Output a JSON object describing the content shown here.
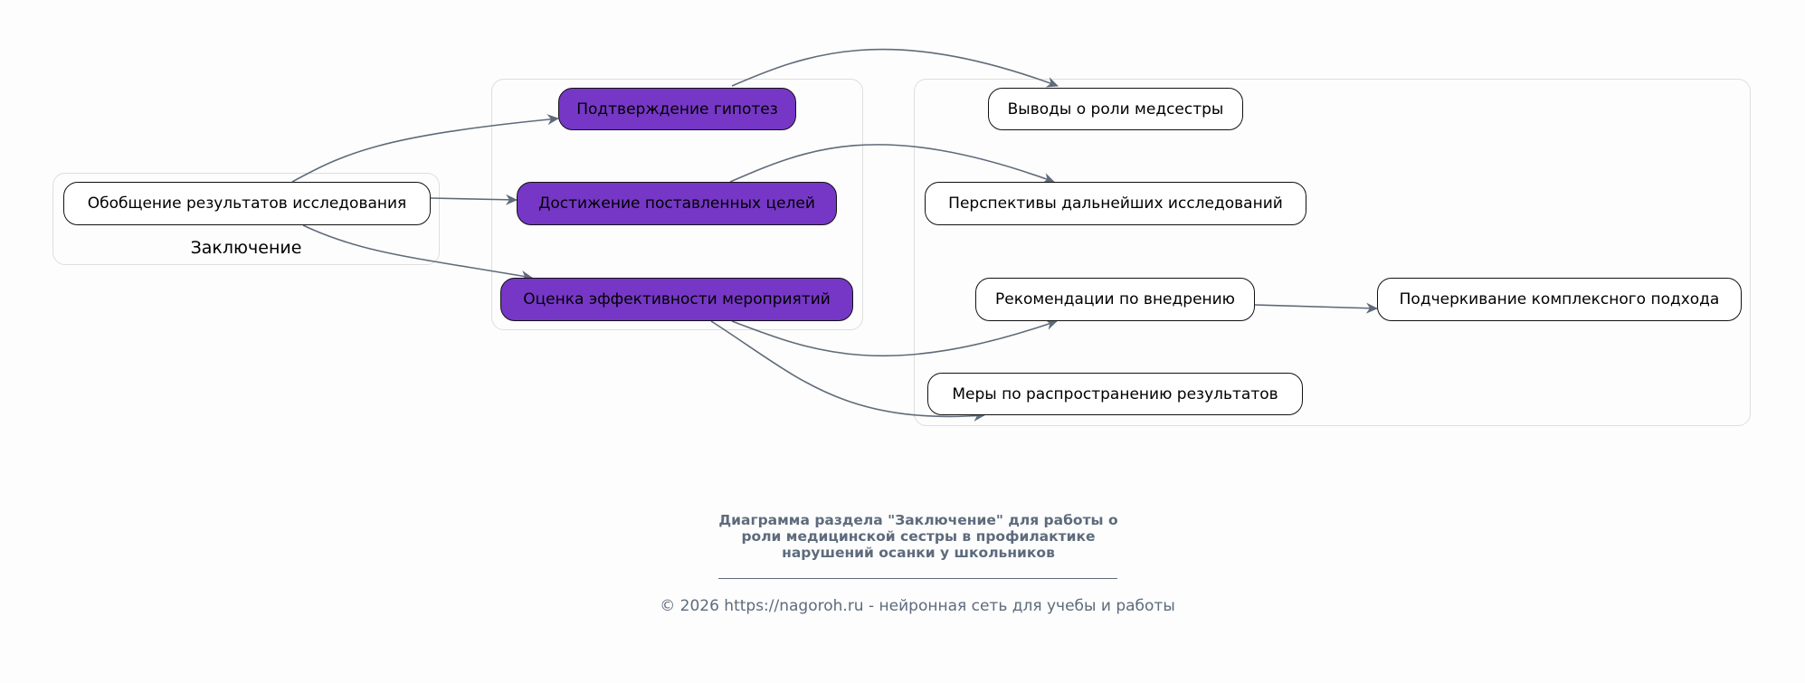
{
  "groups": {
    "conclusion": "Заключение"
  },
  "nodes": {
    "summary": "Обобщение результатов исследования",
    "hypotheses": "Подтверждение гипотез",
    "goals": "Достижение поставленных целей",
    "evaluation": "Оценка эффективности мероприятий",
    "nurse_role": "Выводы о роли медсестры",
    "prospects": "Перспективы дальнейших исследований",
    "recommendations": "Рекомендации по внедрению",
    "complex": "Подчеркивание комплексного подхода",
    "dissemination": "Меры по распространению результатов"
  },
  "footer": {
    "title_lines": [
      "Диаграмма раздела \"Заключение\" для работы о",
      "роли медицинской сестры в профилактике",
      "нарушений осанки у школьников"
    ],
    "copyright": "© 2026 https://nagoroh.ru - нейронная сеть для учебы и работы"
  },
  "colors": {
    "accent": "#7637c6",
    "edge": "#5f6b7a"
  }
}
